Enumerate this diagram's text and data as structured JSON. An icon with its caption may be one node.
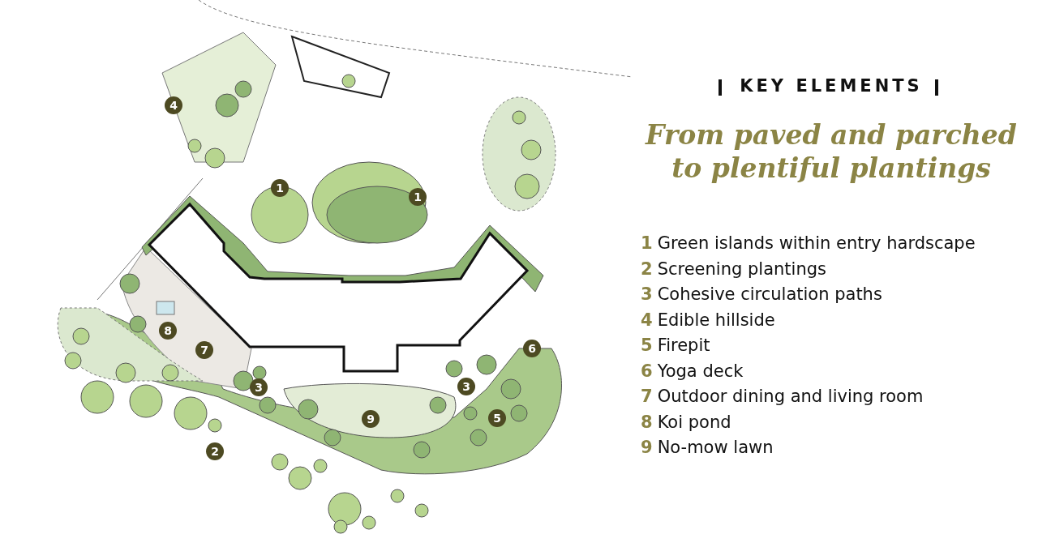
{
  "diagram": {
    "title": "KEY ELEMENTS",
    "labels": [
      "From paved and parched to plentiful plantings",
      "1",
      "Green islands within entry hardscape",
      "2",
      "Screening plantings",
      "3",
      "Cohesive circulation paths",
      "4",
      "Edible hillside",
      "5",
      "Firepit",
      "6",
      "Yoga deck",
      "7",
      "Outdoor dining and living room",
      "8",
      "Koi pond",
      "9",
      "No-mow lawn",
      "4",
      "1",
      "1",
      "8",
      "7",
      "6",
      "3",
      "3",
      "9",
      "5",
      "2"
    ]
  }
}
